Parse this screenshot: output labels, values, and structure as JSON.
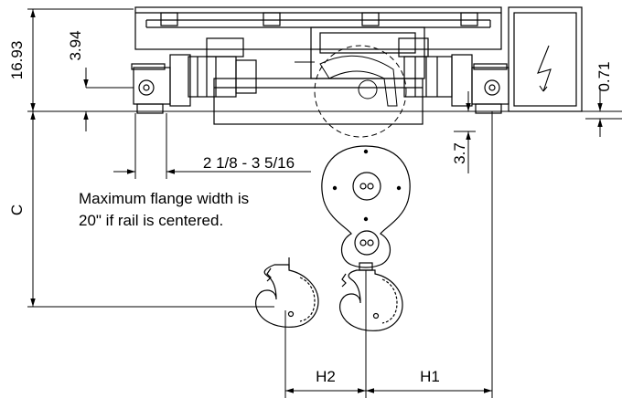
{
  "dimensions": {
    "height_total": "16.93",
    "trolley_offset": "3.94",
    "flange_range": "2 1/8 - 3 5/16",
    "block_offset": "3.7",
    "side_offset": "0.71",
    "c_label": "C",
    "h1_label": "H1",
    "h2_label": "H2"
  },
  "note": {
    "line1": "Maximum flange width is",
    "line2": "20\" if rail is centered."
  }
}
